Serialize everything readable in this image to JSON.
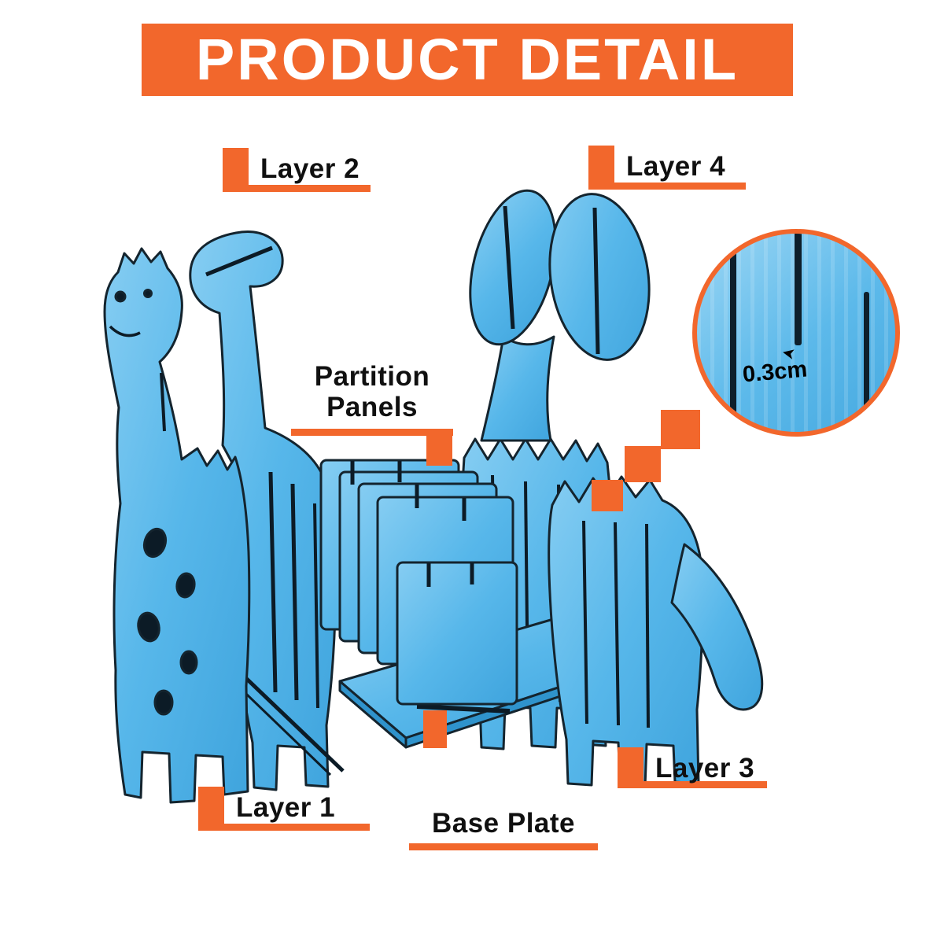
{
  "header": {
    "title": "PRODUCT DETAIL"
  },
  "labels": {
    "layer1": "Layer 1",
    "layer2": "Layer 2",
    "layer3": "Layer 3",
    "layer4": "Layer 4",
    "partition_line1": "Partition",
    "partition_line2": "Panels",
    "base_plate": "Base Plate"
  },
  "zoom_inset": {
    "measurement": "0.3cm"
  },
  "icons": {
    "measure_arrow": "➤"
  },
  "colors": {
    "accent_orange": "#F2672C",
    "product_blue": "#55B6E9",
    "outline_dark": "#14242E",
    "label_text": "#101010",
    "background": "#FFFFFF"
  }
}
